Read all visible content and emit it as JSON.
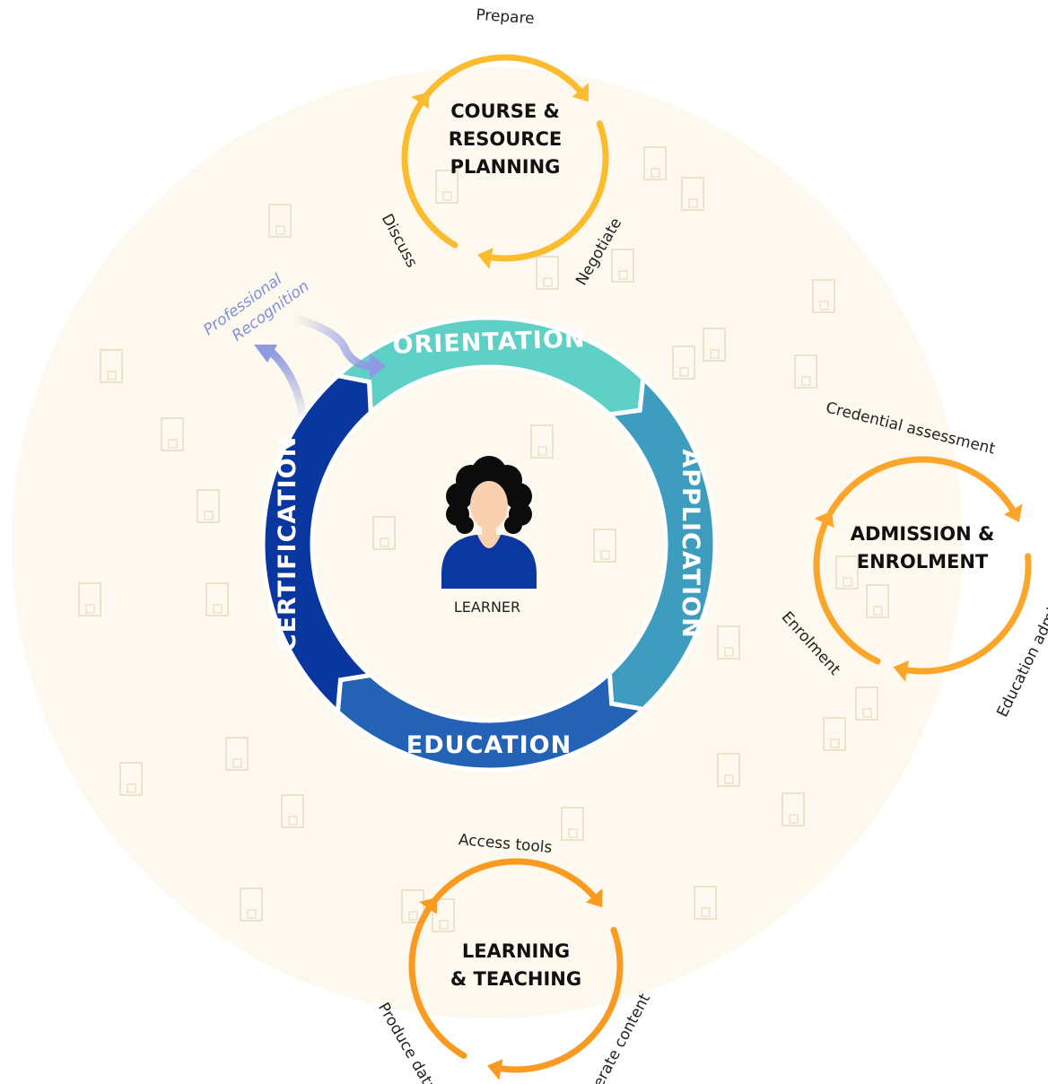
{
  "learner": {
    "label": "LEARNER"
  },
  "main_cycle": {
    "stages": [
      {
        "label": "ORIENTATION",
        "color": "#5fd0c6"
      },
      {
        "label": "APPLICATION",
        "color": "#3e9cbf"
      },
      {
        "label": "EDUCATION",
        "color": "#2462b6"
      },
      {
        "label": "CERTIFICATION",
        "color": "#0a36a0"
      }
    ]
  },
  "professional_recognition": {
    "line1": "Professional",
    "line2": "Recognition",
    "color": "#8e9ae2"
  },
  "cycles": {
    "course_planning": {
      "title_lines": [
        "COURSE &",
        "RESOURCE",
        "PLANNING"
      ],
      "steps": [
        "Prepare",
        "Negotiate",
        "Discuss"
      ],
      "color": "#fbbd2f"
    },
    "admission": {
      "title_lines": [
        "ADMISSION &",
        "ENROLMENT"
      ],
      "steps": [
        "Credential assessment",
        "Education admission",
        "Enrolment"
      ],
      "color": "#fba62a"
    },
    "learning": {
      "title_lines": [
        "LEARNING",
        "& TEACHING"
      ],
      "steps": [
        "Access tools",
        "Generate content",
        "Produce data"
      ],
      "color": "#fb9a20"
    }
  },
  "colors": {
    "background_disc": "#fdf9ee",
    "doc_icon": "#ece3cd"
  }
}
